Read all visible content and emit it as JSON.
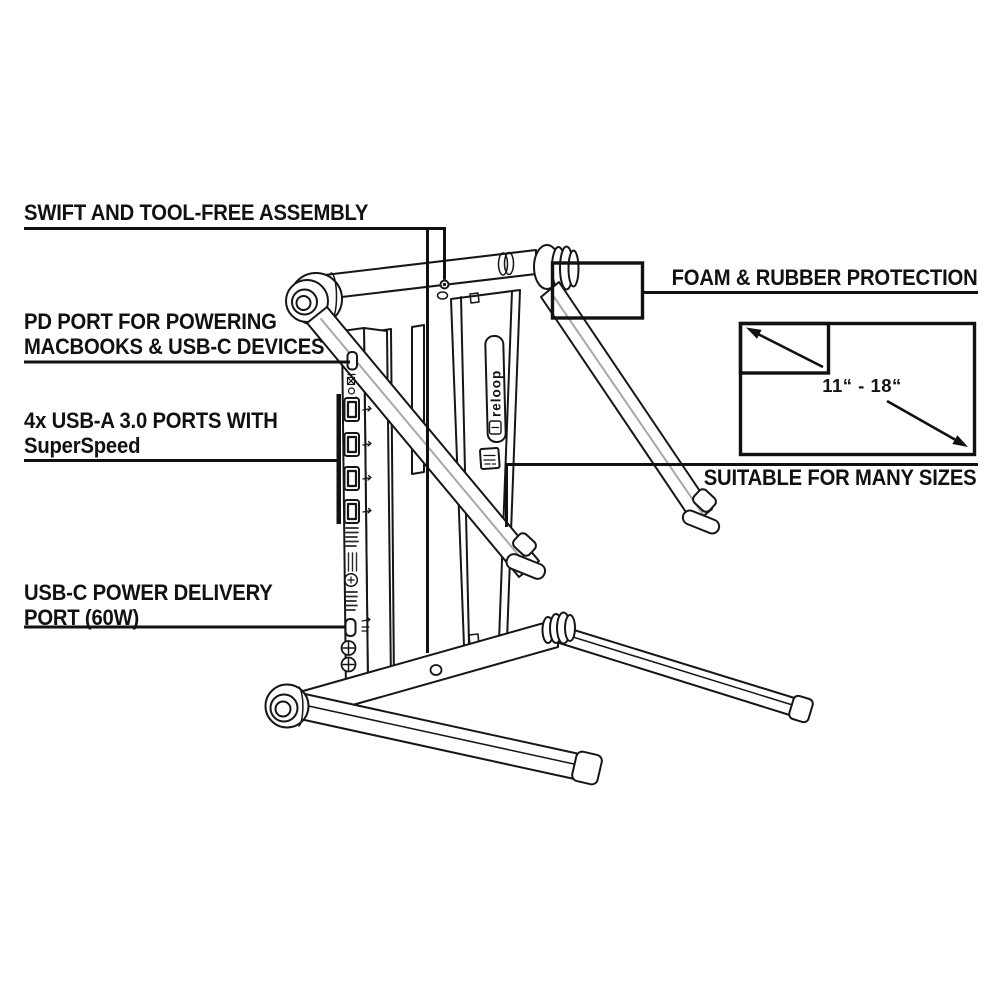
{
  "callouts": {
    "assembly": {
      "label": "SWIFT AND TOOL-FREE ASSEMBLY"
    },
    "pd_port": {
      "line1": "PD PORT FOR POWERING",
      "line2": "MACBOOKS & USB-C DEVICES"
    },
    "usb_a": {
      "line1": "4x USB-A 3.0 PORTS WITH",
      "line2": "SuperSpeed"
    },
    "usb_c_pd": {
      "line1": "USB-C POWER DELIVERY",
      "line2": "PORT (60W)"
    },
    "foam": {
      "label": "FOAM & RUBBER PROTECTION"
    },
    "sizes": {
      "label": "SUITABLE FOR MANY SIZES",
      "range": "11“ - 18“"
    }
  },
  "device": {
    "brand_logo": "reloop",
    "usb_a_port_count": 4
  },
  "colors": {
    "background": "#ffffff",
    "line": "#111111",
    "shade": "#a8a8a8"
  }
}
